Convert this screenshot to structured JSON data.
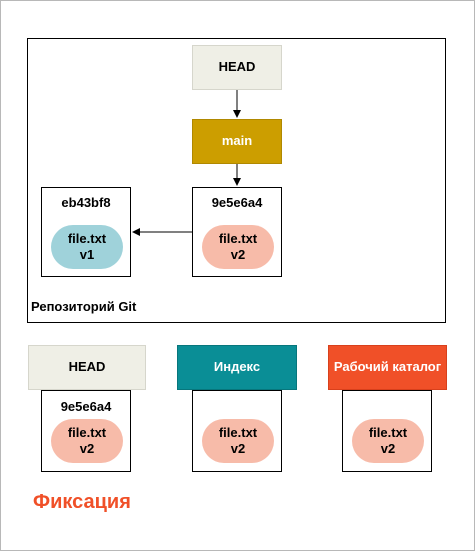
{
  "repository": {
    "label": "Репозиторий Git",
    "head": "HEAD",
    "branch": "main",
    "commits": [
      {
        "id": "eb43bf8",
        "file": "file.txt",
        "version": "v1"
      },
      {
        "id": "9e5e6a4",
        "file": "file.txt",
        "version": "v2"
      }
    ]
  },
  "areas": {
    "head": {
      "label": "HEAD",
      "commit_id": "9e5e6a4",
      "file": "file.txt",
      "version": "v2"
    },
    "index": {
      "label": "Индекс",
      "file": "file.txt",
      "version": "v2"
    },
    "working_dir": {
      "label": "Рабочий каталог",
      "file": "file.txt",
      "version": "v2"
    }
  },
  "title": "Фиксация",
  "colors": {
    "head": "#efefe6",
    "branch": "#cc9e00",
    "index": "#0a8e96",
    "working_dir": "#f05028",
    "file_v1": "#9fd2da",
    "file_v2": "#f7bba9",
    "title": "#f05028"
  }
}
